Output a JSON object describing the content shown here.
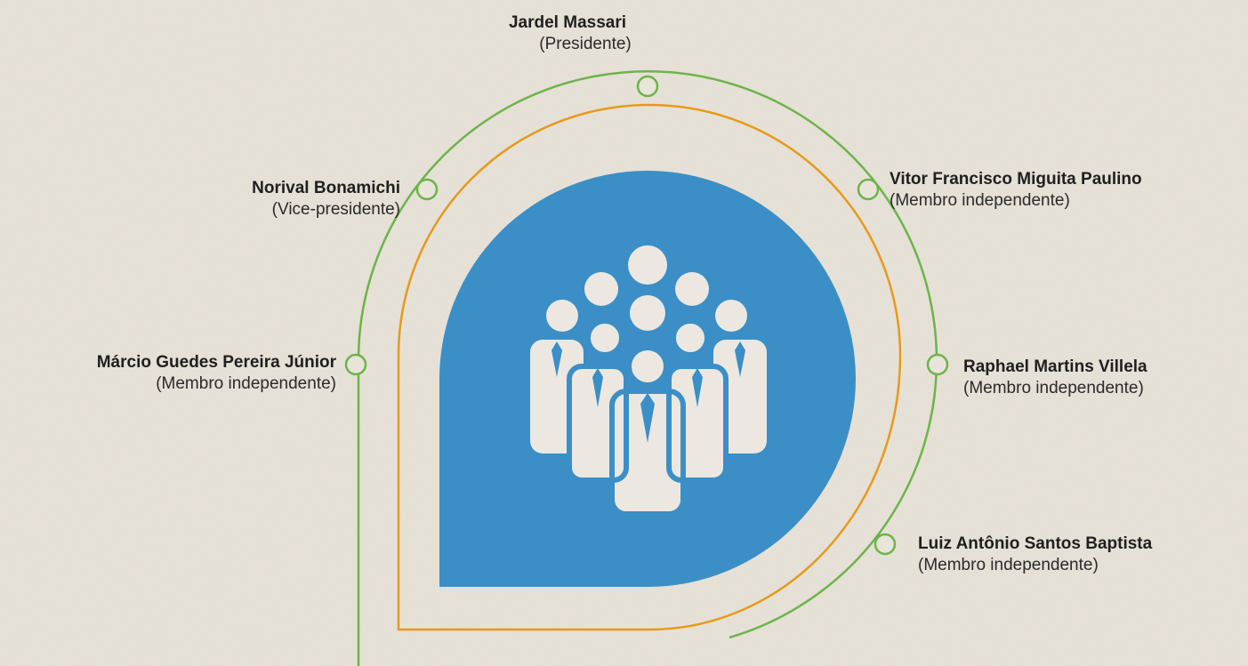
{
  "colors": {
    "background": "#e9e4da",
    "outer_ring": "#6cb44b",
    "inner_ring": "#e59a1b",
    "shape_fill": "#3b8fc6",
    "icon_fill": "#ece8e1"
  },
  "icon": "group-of-people-icon",
  "members": {
    "president": {
      "name": "Jardel Massari",
      "role": "(Presidente)"
    },
    "vice": {
      "name": "Norival Bonamichi",
      "role": "(Vice-presidente)"
    },
    "marcio": {
      "name": "Márcio Guedes Pereira Júnior",
      "role": "(Membro independente)"
    },
    "vitor": {
      "name": "Vitor Francisco Miguita Paulino",
      "role": "(Membro independente)"
    },
    "raphael": {
      "name": "Raphael Martins Villela",
      "role": "(Membro independente)"
    },
    "luiz": {
      "name": "Luiz Antônio Santos Baptista",
      "role": "(Membro independente)"
    }
  }
}
